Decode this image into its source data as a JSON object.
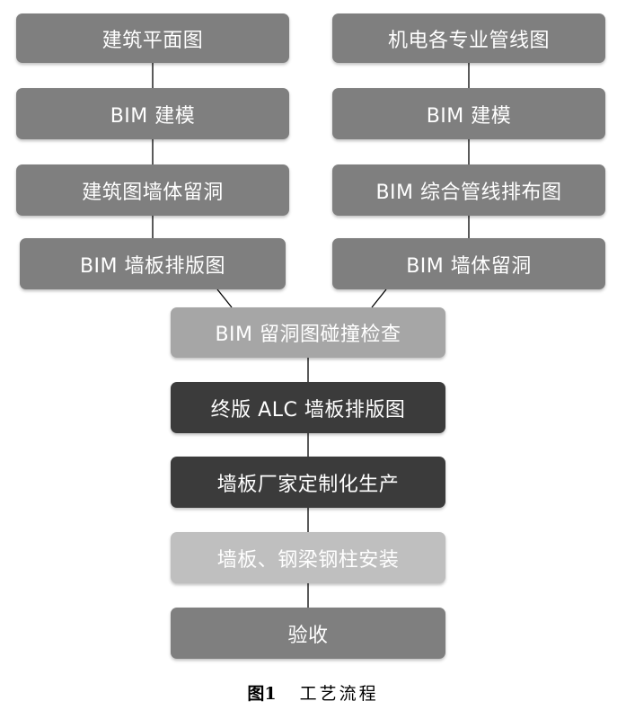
{
  "diagram": {
    "left_column": [
      "建筑平面图",
      "BIM 建模",
      "建筑图墙体留洞",
      "BIM 墙板排版图"
    ],
    "right_column": [
      "机电各专业管线图",
      "BIM 建模",
      "BIM 综合管线排布图",
      "BIM 墙体留洞"
    ],
    "center_column": [
      "BIM 留洞图碰撞检查",
      "终版 ALC 墙板排版图",
      "墙板厂家定制化生产",
      "墙板、钢梁钢柱安装",
      "验收"
    ],
    "colors": {
      "mid_gray": "#7f7f7f",
      "light_gray": "#a6a6a6",
      "dark_gray": "#3b3b3b",
      "lighter_gray": "#bfbfbf",
      "connector": "#000000"
    }
  },
  "caption": {
    "figure_number": "图1",
    "title": "工艺流程"
  }
}
